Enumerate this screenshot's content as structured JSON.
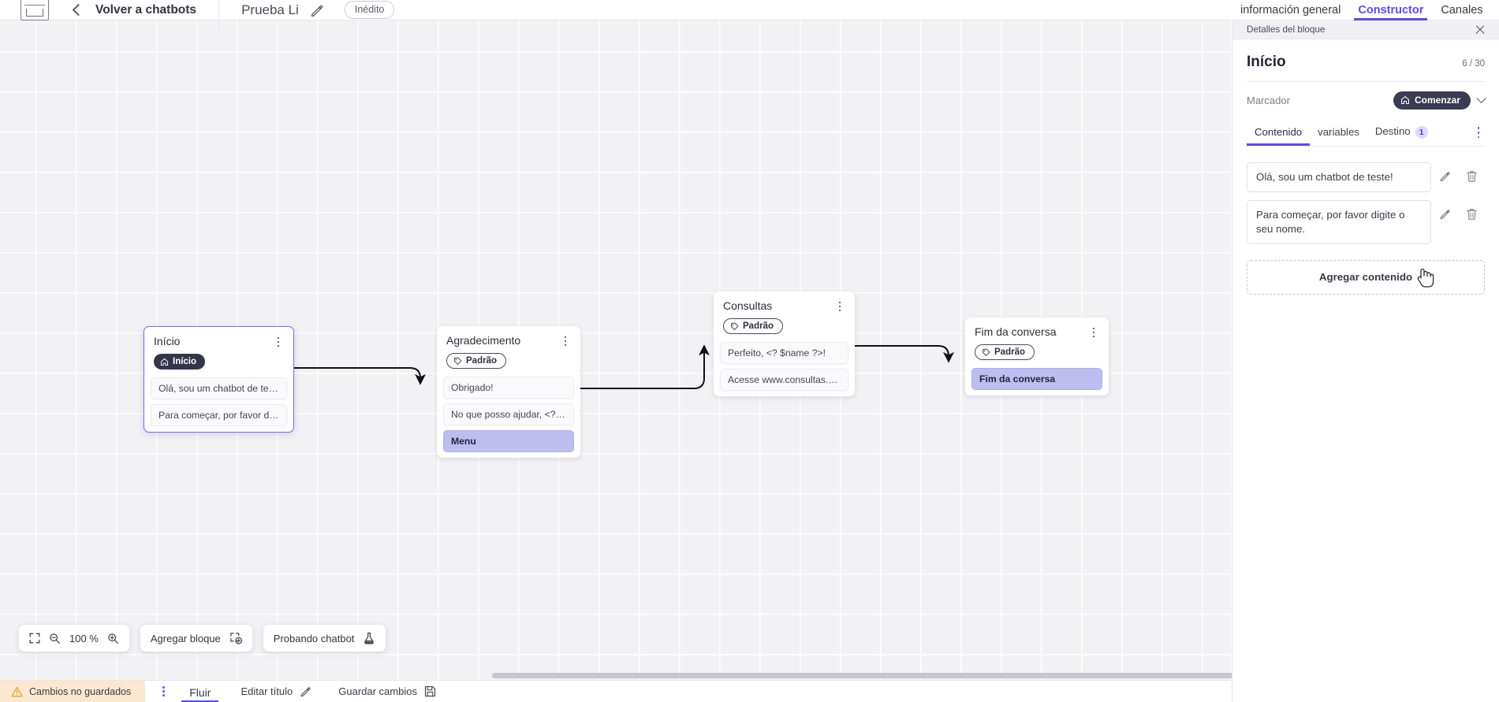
{
  "header": {
    "logo_icon": "app-logo-icon",
    "back_label": "Volver a chatbots",
    "doc_title": "Prueba Li",
    "edit_icon": "pencil-icon",
    "status_badge": "Inédito"
  },
  "top_tabs": [
    {
      "label": "información general",
      "active": false
    },
    {
      "label": "Constructor",
      "active": true
    },
    {
      "label": "Canales",
      "active": false
    }
  ],
  "canvas": {
    "zoom_level": "100 %",
    "fit_icon": "fit-screen-icon",
    "zoom_out_icon": "zoom-out-icon",
    "zoom_in_icon": "zoom-in-icon",
    "add_block_label": "Agregar bloque",
    "add_block_icon": "add-block-icon",
    "test_chatbot_label": "Probando chatbot",
    "test_chatbot_icon": "flask-icon",
    "nodes": [
      {
        "id": "inicio",
        "title": "Início",
        "badge": {
          "text": "Início",
          "style": "dark",
          "icon": "home-icon"
        },
        "selected": true,
        "rows": [
          {
            "text": "Olá, sou um chatbot de teste!",
            "accent": false
          },
          {
            "text": "Para começar, por favor digite o ...",
            "accent": false
          }
        ]
      },
      {
        "id": "agradecimento",
        "title": "Agradecimento",
        "badge": {
          "text": "Padrão",
          "style": "outline",
          "icon": "tag-icon"
        },
        "selected": false,
        "rows": [
          {
            "text": "Obrigado!",
            "accent": false
          },
          {
            "text": "No que posso ajudar, <? $name ...",
            "accent": false
          },
          {
            "text": "Menu",
            "accent": true
          }
        ]
      },
      {
        "id": "consultas",
        "title": "Consultas",
        "badge": {
          "text": "Padrão",
          "style": "outline",
          "icon": "tag-icon"
        },
        "selected": false,
        "rows": [
          {
            "text": "Perfeito, <? $name ?>!",
            "accent": false
          },
          {
            "text": "Acesse www.consultas.com par...",
            "accent": false
          }
        ]
      },
      {
        "id": "fim",
        "title": "Fim da conversa",
        "badge": {
          "text": "Padrão",
          "style": "outline",
          "icon": "tag-icon"
        },
        "selected": false,
        "rows": [
          {
            "text": "Fim da conversa",
            "accent": true
          }
        ]
      }
    ]
  },
  "statusbar": {
    "warning_icon": "warning-triangle-icon",
    "unsaved_label": "Cambios no guardados",
    "kebab_icon": "more-vertical-icon",
    "flow_tab": "Fluir",
    "edit_title_label": "Editar título",
    "edit_title_icon": "pencil-icon",
    "save_label": "Guardar cambios",
    "save_icon": "save-disk-icon"
  },
  "panel": {
    "strip_label": "Detalles del bloque",
    "close_icon": "close-icon",
    "title": "Início",
    "counter": "6 / 30",
    "marker_label": "Marcador",
    "marker_pill": "Comenzar",
    "marker_pill_icon": "home-icon",
    "marker_chevron_icon": "chevron-down-icon",
    "tabs": [
      {
        "label": "Contenido",
        "active": true,
        "count": null
      },
      {
        "label": "variables",
        "active": false,
        "count": null
      },
      {
        "label": "Destino",
        "active": false,
        "count": "1"
      }
    ],
    "tabs_kebab_icon": "more-vertical-icon",
    "content_items": [
      {
        "text": "Olá, sou um chatbot de teste!",
        "edit_icon": "pencil-icon",
        "delete_icon": "trash-icon"
      },
      {
        "text": "Para começar, por favor digite o seu nome.",
        "edit_icon": "pencil-icon",
        "delete_icon": "trash-icon"
      }
    ],
    "add_content_label": "Agregar contenido"
  },
  "colors": {
    "accent_purple": "#5b4ee5",
    "node_accent_row": "#bdbdf0",
    "badge_dark": "#34344a",
    "warning_bg": "#fbe9cf",
    "canvas_bg": "#eeeef1"
  }
}
